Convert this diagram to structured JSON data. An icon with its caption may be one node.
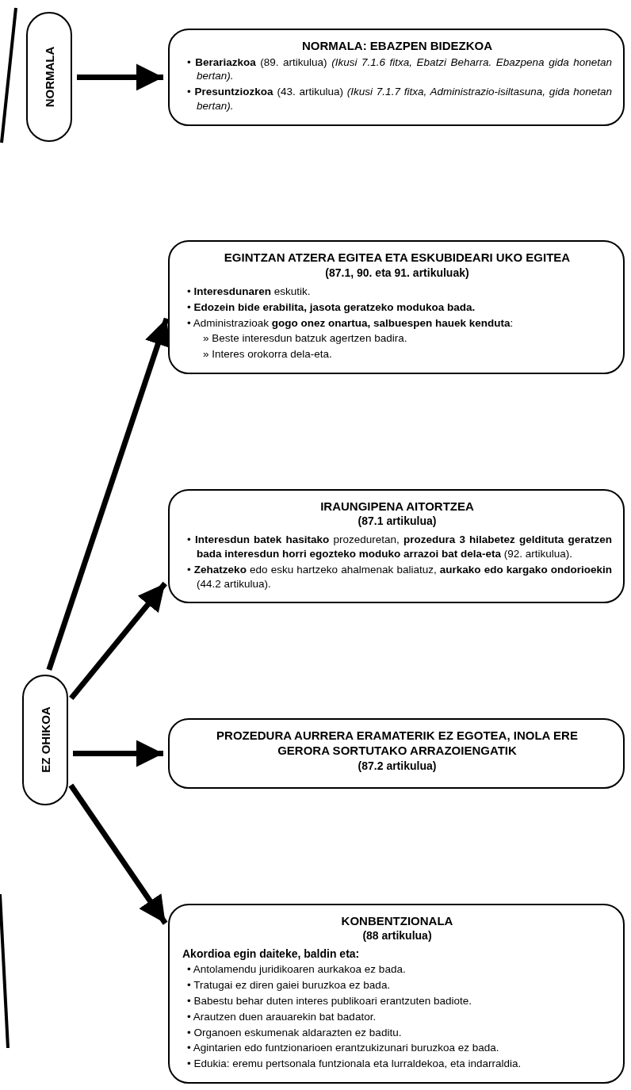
{
  "diagram": {
    "nodes": [
      {
        "text": [
          "NORMALA"
        ]
      },
      {
        "text": [
          "NORMALA: EBAZPEN BIDEZKOA",
          "• **Berariazkoa** (89. artikulua) *(Ikusi 7.1.6 fitxa, Ebatzi Beharra. Ebazpena gida honetan bertan).*",
          "• **Presuntziozkoa** (43. artikulua) *(Ikusi 7.1.7 fitxa, Administrazio-isiltasuna, gida honetan bertan).*"
        ]
      },
      {
        "text": [
          "EGINTZAN ATZERA EGITEA ETA ESKUBIDEARI UKO EGITEA",
          "(87.1, 90. eta 91. artikuluak)",
          "• **Interesdunaren** eskutik.",
          "• **Edozein bide erabilita, jasota geratzeko modukoa bada.**",
          "• Administrazioak **gogo onez onartua, salbuespen hauek kenduta**:",
          "» Beste interesdun batzuk agertzen badira.",
          "» Interes orokorra dela-eta."
        ]
      },
      {
        "text": [
          "IRAUNGIPENA AITORTZEA",
          "(87.1 artikulua)",
          "• **Interesdun batek hasitako** prozeduretan, **prozedura 3 hilabetez geldituta geratzen bada interesdun horri egozteko moduko arrazoi bat dela-eta** (92. artikulua).",
          "• **Zehatzeko** edo esku hartzeko ahalmenak baliatuz, **aurkako edo kargako ondorioekin** (44.2 artikulua)."
        ]
      },
      {
        "text": [
          "EZ OHIKOA"
        ]
      },
      {
        "text": [
          "PROZEDURA AURRERA ERAMATERIK EZ EGOTEA, INOLA ERE GERORA SORTUTAKO ARRAZOIENGATIK",
          "(87.2 artikulua)"
        ]
      },
      {
        "text": [
          "KONBENTZIONALA",
          "(88 artikulua)",
          "Akordioa egin daiteke, baldin eta:",
          "• Antolamendu juridikoaren aurkakoa ez bada.",
          "• Tratugai ez diren gaiei buruzkoa ez bada.",
          "• Babestu behar duten interes publikoari erantzuten badiote.",
          "• Arautzen duen arauarekin bat badator.",
          "• Organoen eskumenak aldarazten ez baditu.",
          "• Agintarien edo funtzionarioen erantzukizunari buruzkoa ez bada.",
          "• Edukia: eremu pertsonala funtzionala eta lurraldekoa, eta indarraldia."
        ]
      }
    ],
    "edges": [
      {
        "from": 0,
        "to": 1,
        "arrow": "to"
      },
      {
        "from": 4,
        "to": 2,
        "arrow": "to"
      },
      {
        "from": 4,
        "to": 3,
        "arrow": "to"
      },
      {
        "from": 4,
        "to": 5,
        "arrow": "to"
      },
      {
        "from": 4,
        "to": 6,
        "arrow": "to"
      }
    ]
  }
}
